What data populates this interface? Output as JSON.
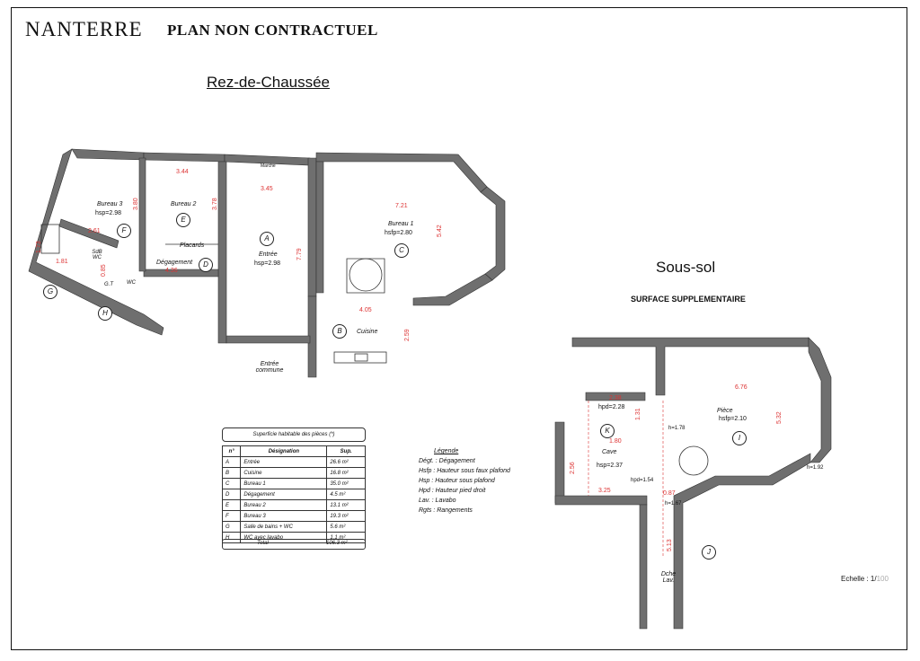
{
  "header": {
    "brand": "NANTERRE",
    "subtitle": "PLAN NON CONTRACTUEL"
  },
  "sections": {
    "ground": "Rez-de-Chaussée",
    "basement": "Sous-sol",
    "extra": "SURFACE SUPPLEMENTAIRE"
  },
  "rooms": {
    "bureau3": {
      "name": "Bureau 3",
      "hsp": "hsp=2.98",
      "tag": "F"
    },
    "bureau2": {
      "name": "Bureau 2",
      "tag": "E"
    },
    "placards": {
      "name": "Placards"
    },
    "degagement": {
      "name": "Dégagement",
      "tag": "D"
    },
    "entree": {
      "name": "Entrée",
      "hsp": "hsp=2.98",
      "tag": "A"
    },
    "bureau1": {
      "name": "Bureau 1",
      "hsfp": "hsfp=2.80",
      "tag": "C"
    },
    "cuisine": {
      "name": "Cuisine",
      "tag": "B"
    },
    "sdb": {
      "name": "SdB WC",
      "tag": "G"
    },
    "gt": {
      "name": "G.T"
    },
    "wc": {
      "name": "WC",
      "tag": "H"
    },
    "entree_commune": {
      "name": "Entrée commune"
    },
    "marche": "Marche",
    "cave": {
      "name": "Cave",
      "hsp": "hsp=2.37",
      "tag": "K",
      "hpd": "hpd=2.28"
    },
    "piece": {
      "name": "Pièce",
      "hsfp": "hsfp=2.10",
      "tag": "I"
    },
    "couloir": {
      "tag": "J"
    },
    "douche": {
      "name": "Dche Lav."
    }
  },
  "dims": {
    "d344": "3.44",
    "d345": "3.45",
    "d721": "7.21",
    "d380": "3.80",
    "d378": "3.78",
    "d542": "5.42",
    "d779": "7.79",
    "d436": "4.36",
    "d405": "4.05",
    "d259": "2.59",
    "d261": "2.61",
    "d173": "1.73",
    "d181": "1.81",
    "d085": "0.85",
    "d238": "2.38",
    "d131": "1.31",
    "d180": "1.80",
    "d256": "2.56",
    "d325": "3.25",
    "d676": "6.76",
    "d532": "5.32",
    "d087": "0.87",
    "d513": "5.13",
    "d178": "h=1.78",
    "d167": "h=1.67",
    "d092": "h=1.92",
    "d154": "hpd=1.54"
  },
  "table": {
    "title": "Superficie habitable des pièces (*)",
    "headers": [
      "n°",
      "Désignation",
      "Sup."
    ],
    "rows": [
      [
        "A",
        "Entrée",
        "26.6 m²"
      ],
      [
        "B",
        "Cuisine",
        "16.8 m²"
      ],
      [
        "C",
        "Bureau 1",
        "35.0 m²"
      ],
      [
        "D",
        "Dégagement",
        "4.5 m²"
      ],
      [
        "E",
        "Bureau 2",
        "13.1 m²"
      ],
      [
        "F",
        "Bureau 3",
        "19.3 m²"
      ],
      [
        "G",
        "Salle de bains + WC",
        "5.6 m²"
      ],
      [
        "H",
        "WC avec lavabo",
        "1.1 m²"
      ]
    ],
    "total_label": "Total",
    "total_value": "106.3 m²"
  },
  "legend": {
    "title": "Légende",
    "items": [
      "Dégt. : Dégagement",
      "Hsfp : Hauteur sous faux plafond",
      "Hsp : Hauteur sous plafond",
      "Hpd : Hauteur pied droit",
      "Lav. : Lavabo",
      "Rgts : Rangements"
    ]
  },
  "scale": {
    "label": "Echelle : 1/",
    "value": "100"
  },
  "colors": {
    "wall": "#6f6f6f",
    "dimension": "#dd3333"
  }
}
